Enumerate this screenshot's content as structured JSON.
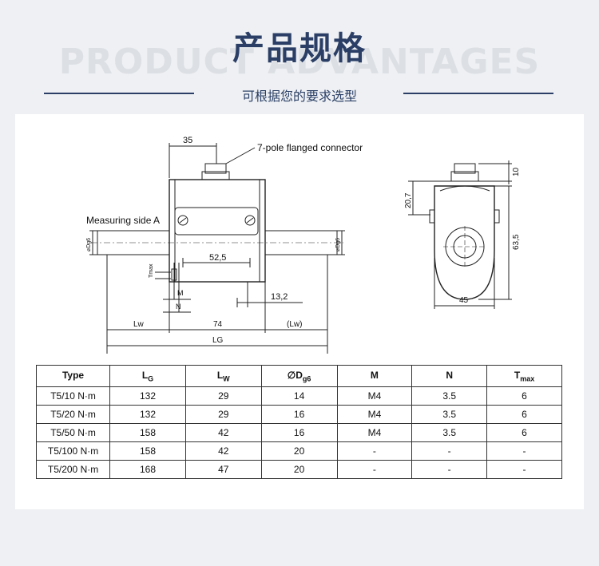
{
  "header": {
    "bg_word": "PRODUCT ADVANTAGES",
    "title": "产品规格",
    "subtitle": "可根据您的要求选型"
  },
  "drawing": {
    "top_dim": "35",
    "connector_label": "7-pole flanged connector",
    "measuring_side": "Measuring side A",
    "dg6_left": "⌀Dg6",
    "dg6_right": "⌀Dg6",
    "dim_52_5": "52,5",
    "t_max": "Tmax",
    "m_label": "M",
    "n_label": "N",
    "dim_13_2": "13,2",
    "lw_left": "Lw",
    "dim_74": "74",
    "lw_right": "(Lw)",
    "lg": "LG",
    "side_20_7": "20,7",
    "side_10": "10",
    "side_63_5": "63,5",
    "side_45": "45"
  },
  "table": {
    "headers": [
      {
        "main": "Type",
        "sub": ""
      },
      {
        "main": "L",
        "sub": "G"
      },
      {
        "main": "L",
        "sub": "W"
      },
      {
        "main": "∅D",
        "sub": "g6"
      },
      {
        "main": "M",
        "sub": ""
      },
      {
        "main": "N",
        "sub": ""
      },
      {
        "main": "T",
        "sub": "max"
      }
    ],
    "rows": [
      [
        "T5/10 N·m",
        "132",
        "29",
        "14",
        "M4",
        "3.5",
        "6"
      ],
      [
        "T5/20 N·m",
        "132",
        "29",
        "16",
        "M4",
        "3.5",
        "6"
      ],
      [
        "T5/50 N·m",
        "158",
        "42",
        "16",
        "M4",
        "3.5",
        "6"
      ],
      [
        "T5/100 N·m",
        "158",
        "42",
        "20",
        "-",
        "-",
        "-"
      ],
      [
        "T5/200 N·m",
        "168",
        "47",
        "20",
        "-",
        "-",
        "-"
      ]
    ]
  }
}
